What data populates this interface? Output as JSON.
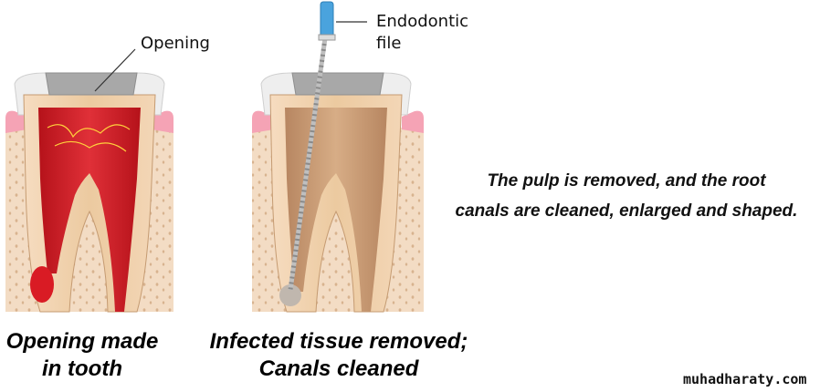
{
  "labels": {
    "opening": "Opening",
    "file_line1": "Endodontic",
    "file_line2": "file"
  },
  "captions": {
    "left_line1": "Opening made",
    "left_line2": "in tooth",
    "right_line1": "Infected tissue removed;",
    "right_line2": "Canals cleaned"
  },
  "description": {
    "line1": "The pulp is removed, and the root",
    "line2": "canals are cleaned, enlarged and shaped."
  },
  "watermark": "muhadharaty.com",
  "colors": {
    "bone": "#f3dcc4",
    "gum": "#f5a3b5",
    "enamel": "#eeeeee",
    "dentin": "#eccaa0",
    "pulp_infected": "#c8141c",
    "pulp_cleaned": "#c99a73",
    "filling": "#a8a8a8",
    "file_handle": "#4aa3dd"
  }
}
